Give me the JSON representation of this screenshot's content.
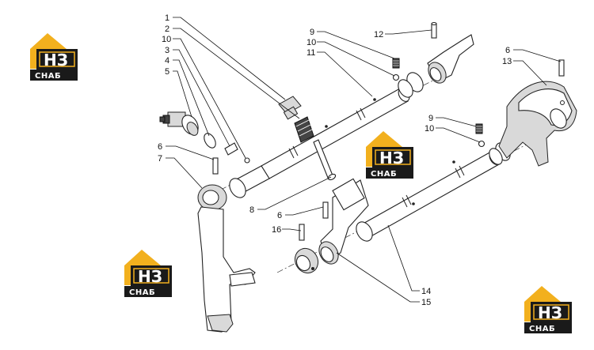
{
  "brand": {
    "logo_big": "НЗ",
    "logo_small": "СНАБ",
    "colors": {
      "yellow": "#f2b01e",
      "black": "#1a1a1a",
      "white": "#ffffff"
    }
  },
  "callouts": [
    {
      "id": "c1",
      "text": "1"
    },
    {
      "id": "c2",
      "text": "2"
    },
    {
      "id": "c10a",
      "text": "10"
    },
    {
      "id": "c3",
      "text": "3"
    },
    {
      "id": "c4",
      "text": "4"
    },
    {
      "id": "c5",
      "text": "5"
    },
    {
      "id": "c6a",
      "text": "6"
    },
    {
      "id": "c7",
      "text": "7"
    },
    {
      "id": "c8",
      "text": "8"
    },
    {
      "id": "c9a",
      "text": "9"
    },
    {
      "id": "c10b",
      "text": "10"
    },
    {
      "id": "c11",
      "text": "11"
    },
    {
      "id": "c12",
      "text": "12"
    },
    {
      "id": "c6b",
      "text": "6"
    },
    {
      "id": "c13",
      "text": "13"
    },
    {
      "id": "c9b",
      "text": "9"
    },
    {
      "id": "c10c",
      "text": "10"
    },
    {
      "id": "c6c",
      "text": "6"
    },
    {
      "id": "c16",
      "text": "16"
    },
    {
      "id": "c14",
      "text": "14"
    },
    {
      "id": "c15",
      "text": "15"
    }
  ]
}
